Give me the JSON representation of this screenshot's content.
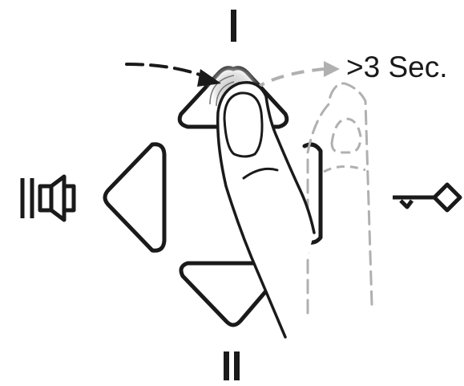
{
  "instruction": {
    "hold_label": ">3 Sec."
  },
  "markers": {
    "top": "I",
    "bottom": "II"
  },
  "icons": {
    "left": "speaker-volume-icon",
    "right": "key-lock-icon"
  },
  "colors": {
    "stroke": "#1a1a1a",
    "ghost": "#b0b0b0",
    "touch_glow": "#d0d0d0",
    "background": "#ffffff"
  }
}
